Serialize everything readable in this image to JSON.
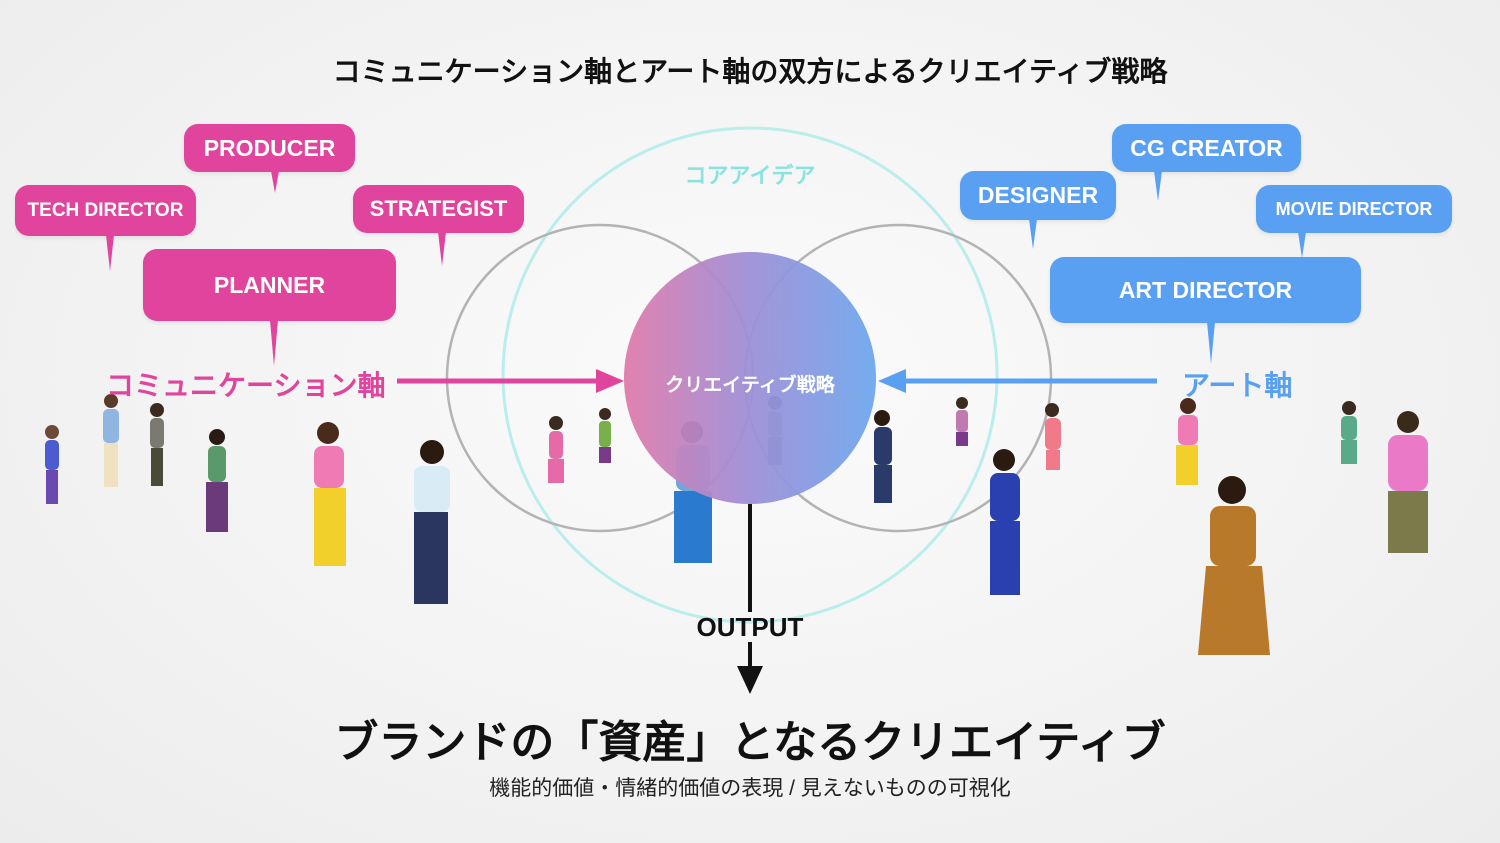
{
  "title": "コミュニケーション軸とアート軸の双方によるクリエイティブ戦略",
  "left_roles": {
    "producer": "PRODUCER",
    "tech_director": "TECH DIRECTOR",
    "strategist": "STRATEGIST",
    "planner": "PLANNER"
  },
  "right_roles": {
    "cg_creator": "CG CREATOR",
    "designer": "DESIGNER",
    "movie_director": "MOVIE DIRECTOR",
    "art_director": "ART DIRECTOR"
  },
  "communication_axis": "コミュニケーション軸",
  "art_axis": "アート軸",
  "core_idea": "コアアイデア",
  "creative_strategy": "クリエイティブ戦略",
  "output": "OUTPUT",
  "result_title": "ブランドの「資産」となるクリエイティブ",
  "result_subtitle": "機能的価値・情緒的価値の表現 / 見えないものの可視化",
  "colors": {
    "communication_pink": "#e0449c",
    "art_blue": "#5aa0f2",
    "core_idea_cyan": "#8be3e0"
  }
}
